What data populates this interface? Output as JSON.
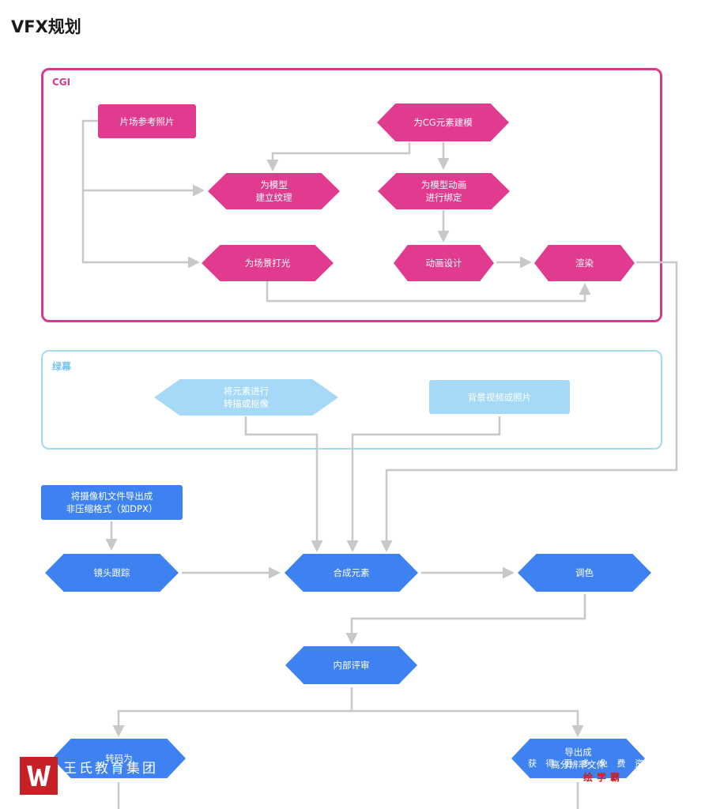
{
  "title": "VFX规划",
  "panels": {
    "cgi": "CGI",
    "green": "绿幕"
  },
  "nodes": {
    "set_photo": "片场参考照片",
    "cg_model": "为CG元素建模",
    "texture": "为模型\n建立纹理",
    "rig": "为模型动画\n进行绑定",
    "light": "为场景打光",
    "anim": "动画设计",
    "render": "渲染",
    "key": "将元素进行\n转描或抠像",
    "bg": "背景视频或照片",
    "export_cam": "将摄像机文件导出成\n非压缩格式（如DPX）",
    "track": "镜头跟踪",
    "comp": "合成元素",
    "grade": "调色",
    "review": "内部评审",
    "transcode": "转码为\n",
    "export_hi": "导出成\n高分辨率文件"
  },
  "watermark": {
    "brand": "王氏教育集团",
    "right_text": "获 得 更 多 免 费 资",
    "right_red": "绘学霸"
  },
  "colors": {
    "cgi": "#e03b8e",
    "green_screen": "#a5d9f7",
    "pipeline": "#3d82f0",
    "connector": "#c8c8c8"
  }
}
